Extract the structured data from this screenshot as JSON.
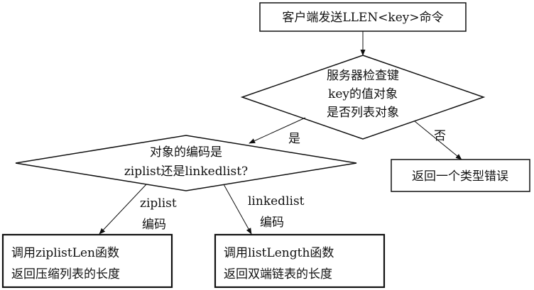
{
  "nodes": {
    "start": "客户端发送LLEN<key>命令",
    "check": [
      "服务器检查键",
      "key的值对象",
      "是否列表对象"
    ],
    "error": "返回一个类型错误",
    "encoding": [
      "对象的编码是",
      "ziplist还是linkedlist?"
    ],
    "ziplist_box": [
      "调用ziplistLen函数",
      "返回压缩列表的长度"
    ],
    "linkedlist_box": [
      "调用listLength函数",
      "返回双端链表的长度"
    ]
  },
  "edges": {
    "yes": "是",
    "no": "否",
    "ziplist": [
      "ziplist",
      "编码"
    ],
    "linkedlist": [
      "linkedlist",
      "编码"
    ]
  }
}
